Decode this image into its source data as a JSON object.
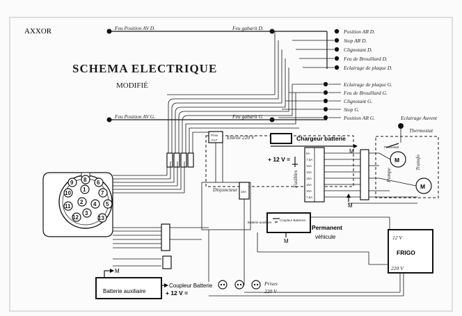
{
  "brand": "AXXOR",
  "title": "SCHEMA ELECTRIQUE",
  "subtitle": "MODIFIÉ",
  "lamps_top": {
    "left": "Feu Position AV D.",
    "middle": "Feu gabarit D."
  },
  "lamps_mid": {
    "left": "Feu Position AV G.",
    "middle": "Feu gabarit G."
  },
  "rear_right_lamps": [
    "Position AR D.",
    "Stop AR D.",
    "Clignotant D.",
    "Feu de Brouillard D.",
    "Eclairage de plaque D."
  ],
  "rear_left_lamps": [
    "Eclairage de plaque G.",
    "Feu de Brouillard G.",
    "Clignotant G.",
    "Stop G.",
    "Position AR G."
  ],
  "awning_light": "Eclairage Auvent",
  "thermostat": "Thermostat",
  "pressostat": "Pressostat",
  "transformer": "Transfo",
  "pump": "Pompe",
  "socket_label": "Prise",
  "socket_code": "P17",
  "mains_input": "Entrée 220 V",
  "charger": "Chargeur batterie",
  "plus12_charger": "+ 12 V =",
  "fuses_label": "Fusibles",
  "breaker_label": "Disjoncteur",
  "breaker_rating": "16A",
  "aux_battery_small": "Batterie auxiliaire",
  "coupler_small": "Coupleur Batteries",
  "permanent": "Permanent",
  "permanent2": "véhicule",
  "fridge": "FRIGO",
  "fridge_12v": "12 V",
  "fridge_220v": "220 V",
  "outlets": "Prises",
  "outlets_v": "220 V",
  "aux_battery_box": "Batterie auxiliaire",
  "coupler_bottom": "Coupleur Batterie",
  "plus12_bottom": "+ 12 V =",
  "m_label": "M",
  "connector_pins": [
    "1",
    "2",
    "3",
    "4",
    "5",
    "6",
    "7",
    "8",
    "9",
    "10",
    "11",
    "12",
    "13"
  ],
  "fuse_ratings": [
    "5A",
    "7,5A",
    "10A",
    "15A",
    "15A",
    "15A",
    "10A",
    "7,5A"
  ]
}
